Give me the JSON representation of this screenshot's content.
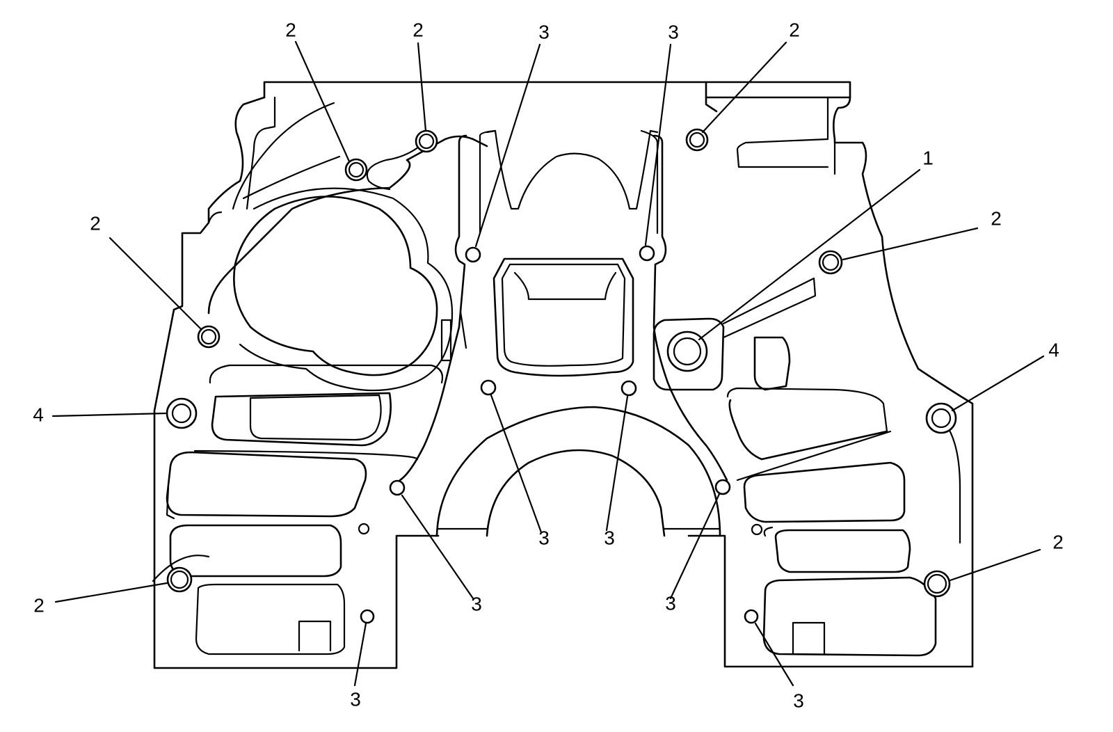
{
  "callouts": {
    "c01": "2",
    "c02": "2",
    "c03": "3",
    "c04": "3",
    "c05": "2",
    "c06": "1",
    "c07": "2",
    "c08": "2",
    "c09": "4",
    "c10": "4",
    "c11": "3",
    "c12": "3",
    "c13": "2",
    "c14": "2",
    "c15": "3",
    "c16": "3",
    "c17": "3",
    "c18": "3"
  },
  "colors": {
    "line": "#000000",
    "background": "#ffffff"
  }
}
